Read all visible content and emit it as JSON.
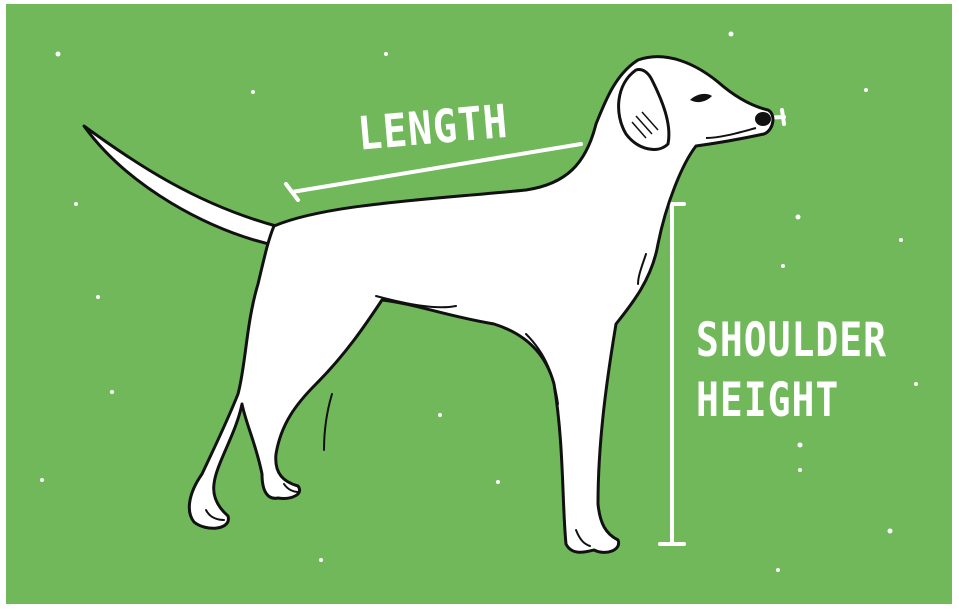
{
  "labels": {
    "length": "LENGTH",
    "shoulder_height_line1": "SHOULDER",
    "shoulder_height_line2": "HEIGHT"
  },
  "colors": {
    "background": "#71b85b",
    "dog_fill": "#ffffff",
    "outline": "#111111",
    "measure_lines": "#ffffff"
  },
  "icons": {
    "subject": "dog-illustration"
  }
}
